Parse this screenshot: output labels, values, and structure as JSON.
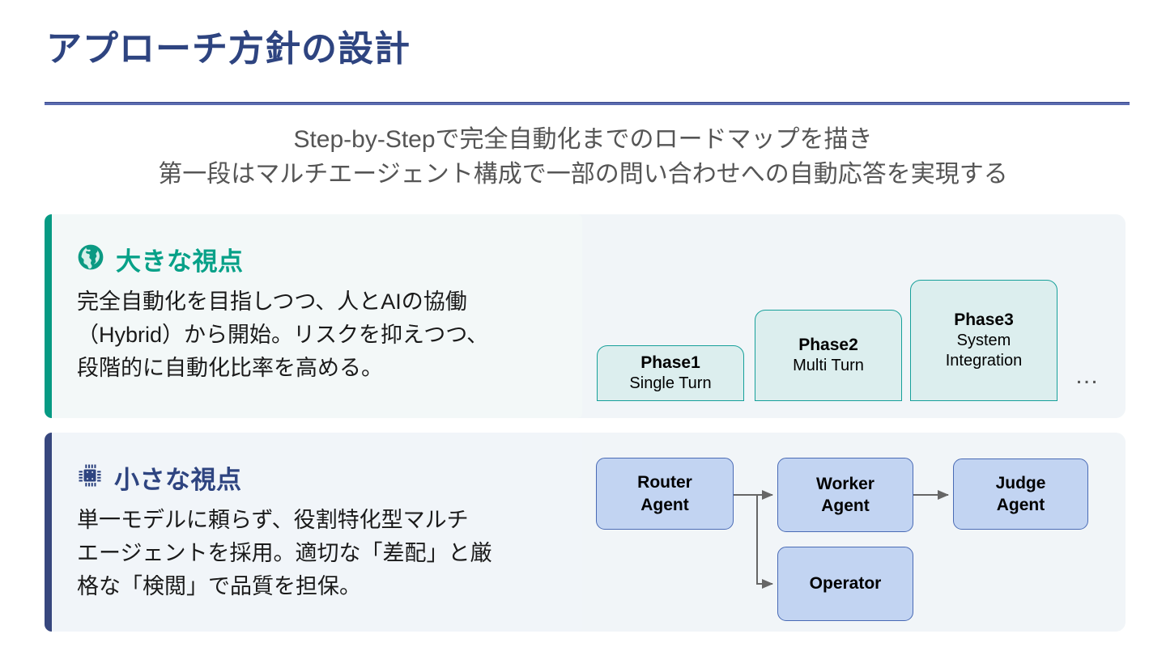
{
  "slide": {
    "title": "アプローチ方針の設計",
    "subtitle_lines": [
      "Step-by-Stepで完全自動化までのロードマップを描き",
      "第一段はマルチエージェント構成で一部の問い合わせへの自動応答を実現する"
    ]
  },
  "colors": {
    "title_navy": "#2e4480",
    "rule_navy": "#5a6bb0",
    "teal_accent": "#069a83",
    "teal_heading": "#07a188",
    "navy_accent": "#37477e",
    "card_bg": "#f1f5f8",
    "phase_fill": "#dceeee",
    "phase_border": "#17a09a",
    "agent_fill": "#c2d4f2",
    "agent_border": "#4a6bb5",
    "arrow_gray": "#666666",
    "body_text": "#1a1a1a",
    "subtitle_gray": "#555555"
  },
  "cards": [
    {
      "id": "big-picture",
      "icon": "globe-icon",
      "heading": "大きな視点",
      "body_lines": [
        "完全自動化を目指しつつ、人とAIの協働",
        "（Hybrid）から開始。リスクを抑えつつ、",
        "段階的に自動化比率を高める。"
      ]
    },
    {
      "id": "small-picture",
      "icon": "chip-icon",
      "heading": "小さな視点",
      "body_lines": [
        "単一モデルに頼らず、役割特化型マルチ",
        "エージェントを採用。適切な「差配」と厳",
        "格な「検閲」で品質を担保。"
      ]
    }
  ],
  "phase_diagram": {
    "phases": [
      {
        "name": "Phase1",
        "sub_lines": [
          "Single Turn"
        ]
      },
      {
        "name": "Phase2",
        "sub_lines": [
          "Multi Turn"
        ]
      },
      {
        "name": "Phase3",
        "sub_lines": [
          "System",
          "Integration"
        ]
      }
    ],
    "ellipsis": "…"
  },
  "agent_diagram": {
    "nodes": [
      {
        "id": "router",
        "lines": [
          "Router",
          "Agent"
        ]
      },
      {
        "id": "worker",
        "lines": [
          "Worker",
          "Agent"
        ]
      },
      {
        "id": "judge",
        "lines": [
          "Judge",
          "Agent"
        ]
      },
      {
        "id": "operator",
        "lines": [
          "Operator"
        ]
      }
    ],
    "edges": [
      {
        "from": "router",
        "to": "worker"
      },
      {
        "from": "router",
        "to": "operator"
      },
      {
        "from": "worker",
        "to": "judge"
      }
    ]
  }
}
